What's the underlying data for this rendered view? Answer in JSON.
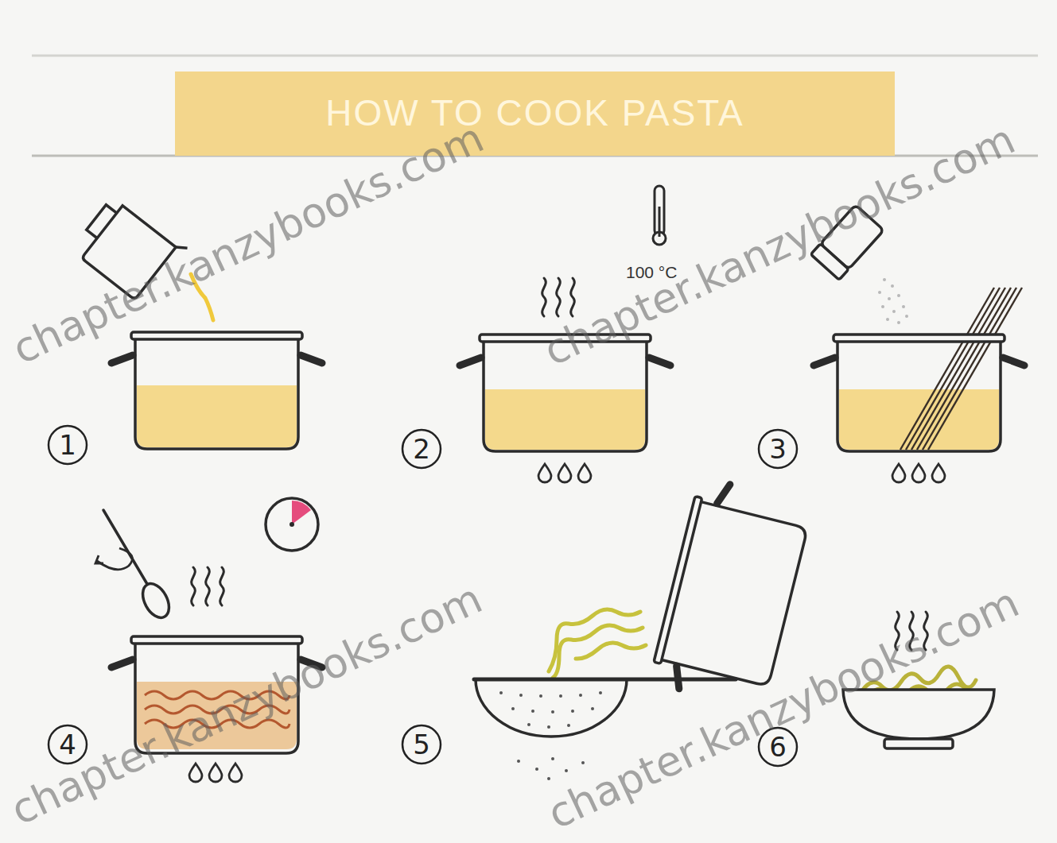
{
  "diagram": {
    "title": "HOW TO COOK PASTA",
    "nodes": [
      {
        "text": [
          "1"
        ]
      },
      {
        "text": [
          "2"
        ]
      },
      {
        "text": [
          "3"
        ]
      },
      {
        "text": [
          "4"
        ]
      },
      {
        "text": [
          "5"
        ]
      },
      {
        "text": [
          "6"
        ]
      }
    ],
    "labels": [
      "100 °C",
      "chapter.kanzybooks.com",
      "chapter.kanzybooks.com",
      "chapter.kanzybooks.com",
      "chapter.kanzybooks.com"
    ]
  }
}
